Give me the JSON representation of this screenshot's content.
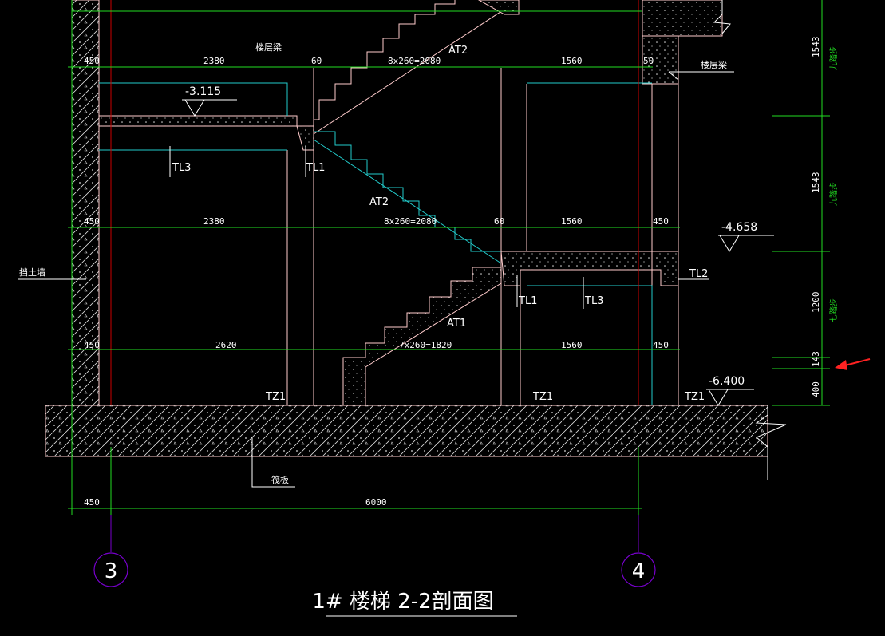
{
  "drawing": {
    "title": "1# 楼梯 2-2剖面图",
    "axis_bubbles": [
      "3",
      "4"
    ],
    "labels": {
      "floor_beam_1": "楼层梁",
      "floor_beam_2": "楼层梁",
      "retaining_wall": "挡土墙",
      "raft": "筏板"
    },
    "stair_flights": [
      "AT2",
      "AT2",
      "AT1"
    ],
    "stair_spec": {
      "row1": "8x260=2080",
      "row2": "8x260=2080",
      "row3": "7x260=1820"
    },
    "beams": [
      "TL3",
      "TL1",
      "TL1",
      "TL3",
      "TL2"
    ],
    "columns": [
      "TZ1",
      "TZ1",
      "TZ1"
    ],
    "elevations": [
      "-3.115",
      "-4.658",
      "-6.400"
    ],
    "horizontal_dims": {
      "row1": [
        "450",
        "2380",
        "60",
        "1560",
        "50"
      ],
      "row2": [
        "450",
        "2380",
        "60",
        "1560",
        "450"
      ],
      "row3": [
        "450",
        "2620",
        "1560",
        "450"
      ],
      "bottom": [
        "450",
        "6000"
      ]
    },
    "vertical_dims": {
      "values": [
        "1543",
        "1543",
        "1200",
        "143",
        "400"
      ],
      "step_notes": [
        "九踏步",
        "九踏步",
        "七踏步"
      ]
    }
  },
  "colors": {
    "background": "#000000",
    "structure": "#ffcccc",
    "dimension": "#22dd22",
    "cyan": "#22cccc",
    "axis": "#cc0000",
    "bubble": "#7700cc",
    "text": "#ffffff",
    "arrow": "#ff2222"
  }
}
